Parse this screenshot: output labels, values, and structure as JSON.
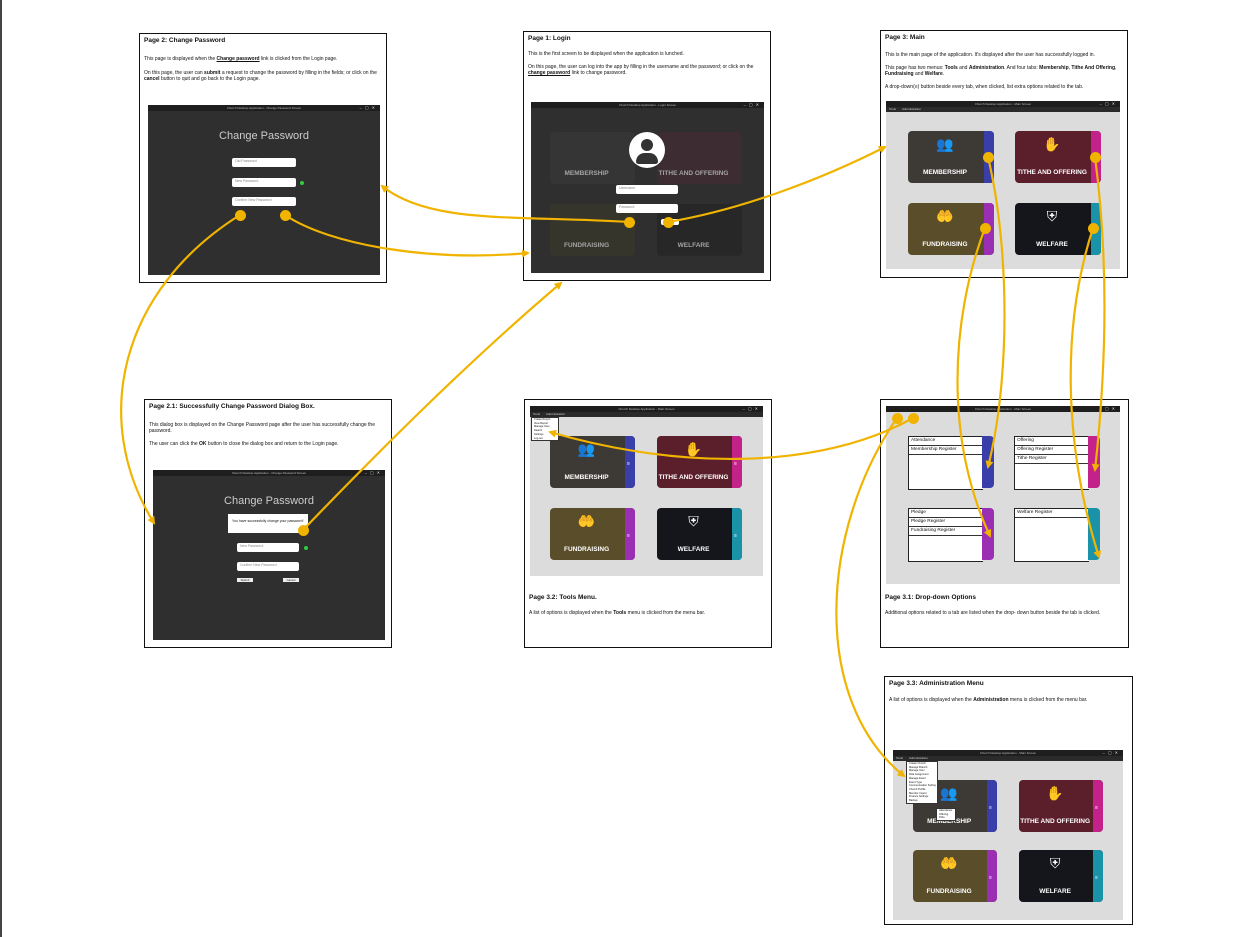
{
  "colors": {
    "arrow": "#f0b400",
    "membership": "#3a3ea8",
    "tithe": "#c2228a",
    "fundraising": "#9b2fb4",
    "welfare": "#1a93a8"
  },
  "tiles": {
    "membership": "MEMBERSHIP",
    "tithe": "TITHE AND OFFERING",
    "fundraising": "FUNDRAISING",
    "welfare": "WELFARE"
  },
  "icons": {
    "membership": "people-icon",
    "tithe": "hand-coin-icon",
    "fundraising": "donate-icon",
    "welfare": "shield-heart-icon",
    "dropdown": "hamburger-icon",
    "avatar": "user-avatar-icon"
  },
  "page2": {
    "title": "Page 2: Change Password",
    "p1_a": "This page is displayed when the ",
    "p1_link": "Change password",
    "p1_b": " link is clicked from the Login page.",
    "p2_a": "On this page, the user can ",
    "p2_submit": "submit",
    "p2_b": " a request to change the password by filling in the fields; or click on the ",
    "p2_cancel": "cancel",
    "p2_c": " button to quit and go back to the Login page.",
    "win_title": "Church Desktop Application - Change Password Screen",
    "heading": "Change Password",
    "old": "Old Password",
    "new": "New Password",
    "confirm": "Confirm New Password"
  },
  "page1": {
    "title": "Page 1: Login",
    "p1": "This is the first screen to be displayed when the application is lunched.",
    "p2_a": "On this page, the user can log into the app by filling in the username and the password; or click on the ",
    "p2_link": "change password",
    "p2_b": " link to change password.",
    "win_title": "Church Desktop Application - Login Screen",
    "username": "Username",
    "password": "Password",
    "login": "Login"
  },
  "page3": {
    "title": "Page 3: Main",
    "p1": "This is the main page of the application. It's displayed after the user has successfully logged in.",
    "p2_a": "This page has two menus: ",
    "p2_tools": "Tools",
    "p2_and": " and ",
    "p2_admin": "Administration",
    "p2_b": ". And four tabs: ",
    "p2_tabs1": "Membership",
    "p2_c": ", ",
    "p2_tabs2": "Tithe And Offering",
    "p2_d": ", ",
    "p2_tabs3": "Fundraising",
    "p2_e": " and ",
    "p2_tabs4": "Welfare",
    "p2_f": ".",
    "p3": "A drop-down(≡) button beside every tab, when clicked, list extra options related to the tab.",
    "win_title": "Church Desktop Application - Main Screen",
    "menu_tools": "Tools",
    "menu_admin": "Administration"
  },
  "page21": {
    "title": "Page 2.1: Successfully Change Password Dialog Box.",
    "p1": "This dialog box is displayed on the Change Password page after the user has successfully change the password.",
    "p2_a": "The user can click the ",
    "p2_ok": "OK",
    "p2_b": " button to close the dialog box and return to the Login page.",
    "win_title": "Church Desktop Application - Change Password Screen",
    "heading": "Change Password",
    "dialog": "You have successfully change your password!",
    "ok": "OK",
    "new": "New Password",
    "confirm": "Confirm New Password",
    "submit": "Submit",
    "cancel": "Cancel"
  },
  "page32": {
    "title": "Page 3.2: Tools Menu.",
    "p1_a": "A list of options is displayed when the ",
    "p1_tools": "Tools",
    "p1_b": " menu is clicked from the menu bar.",
    "win_title": "Church Desktop Application - Main Screen",
    "menu_tools": "Tools",
    "menu_admin": "Administration",
    "menu_items": [
      "Create Report",
      "View Report",
      "Manage User",
      "Search",
      "Settings",
      "Log out"
    ]
  },
  "page31": {
    "title": "Page 3.1:  Drop-down Options",
    "p1": "Additional options related to a tab are listed when the drop- down button beside the tab is clicked.",
    "win_title": "Church Desktop Application - Main Screen",
    "membership_opts": [
      "Attendance",
      "Membership Register"
    ],
    "tithe_opts": [
      "Offering",
      "Offering Register",
      "Tithe Register"
    ],
    "fund_opts": [
      "Pledge",
      "Pledge Register",
      "Fundraising Register"
    ],
    "welfare_opts": [
      "Welfare Register"
    ]
  },
  "page33": {
    "title": "Page 3.3: Administration Menu",
    "p1_a": "A list of options is displayed when the ",
    "p1_admin": "Administration",
    "p1_b": "  menu is clicked from the menu bar.",
    "win_title": "Church Desktop Application - Main Screen",
    "menu_tools": "Tools",
    "menu_admin": "Administration",
    "menu_items": [
      "Create Church",
      "Manage Branch",
      "Manage User",
      "Role Assignment",
      "Manage Event",
      "Event Type",
      "Communication Setting",
      "Church Profile",
      "Member Import",
      "Finance Settings",
      "Backup"
    ],
    "sub_items": [
      "Attendance",
      "Offering",
      "Tithe"
    ]
  }
}
